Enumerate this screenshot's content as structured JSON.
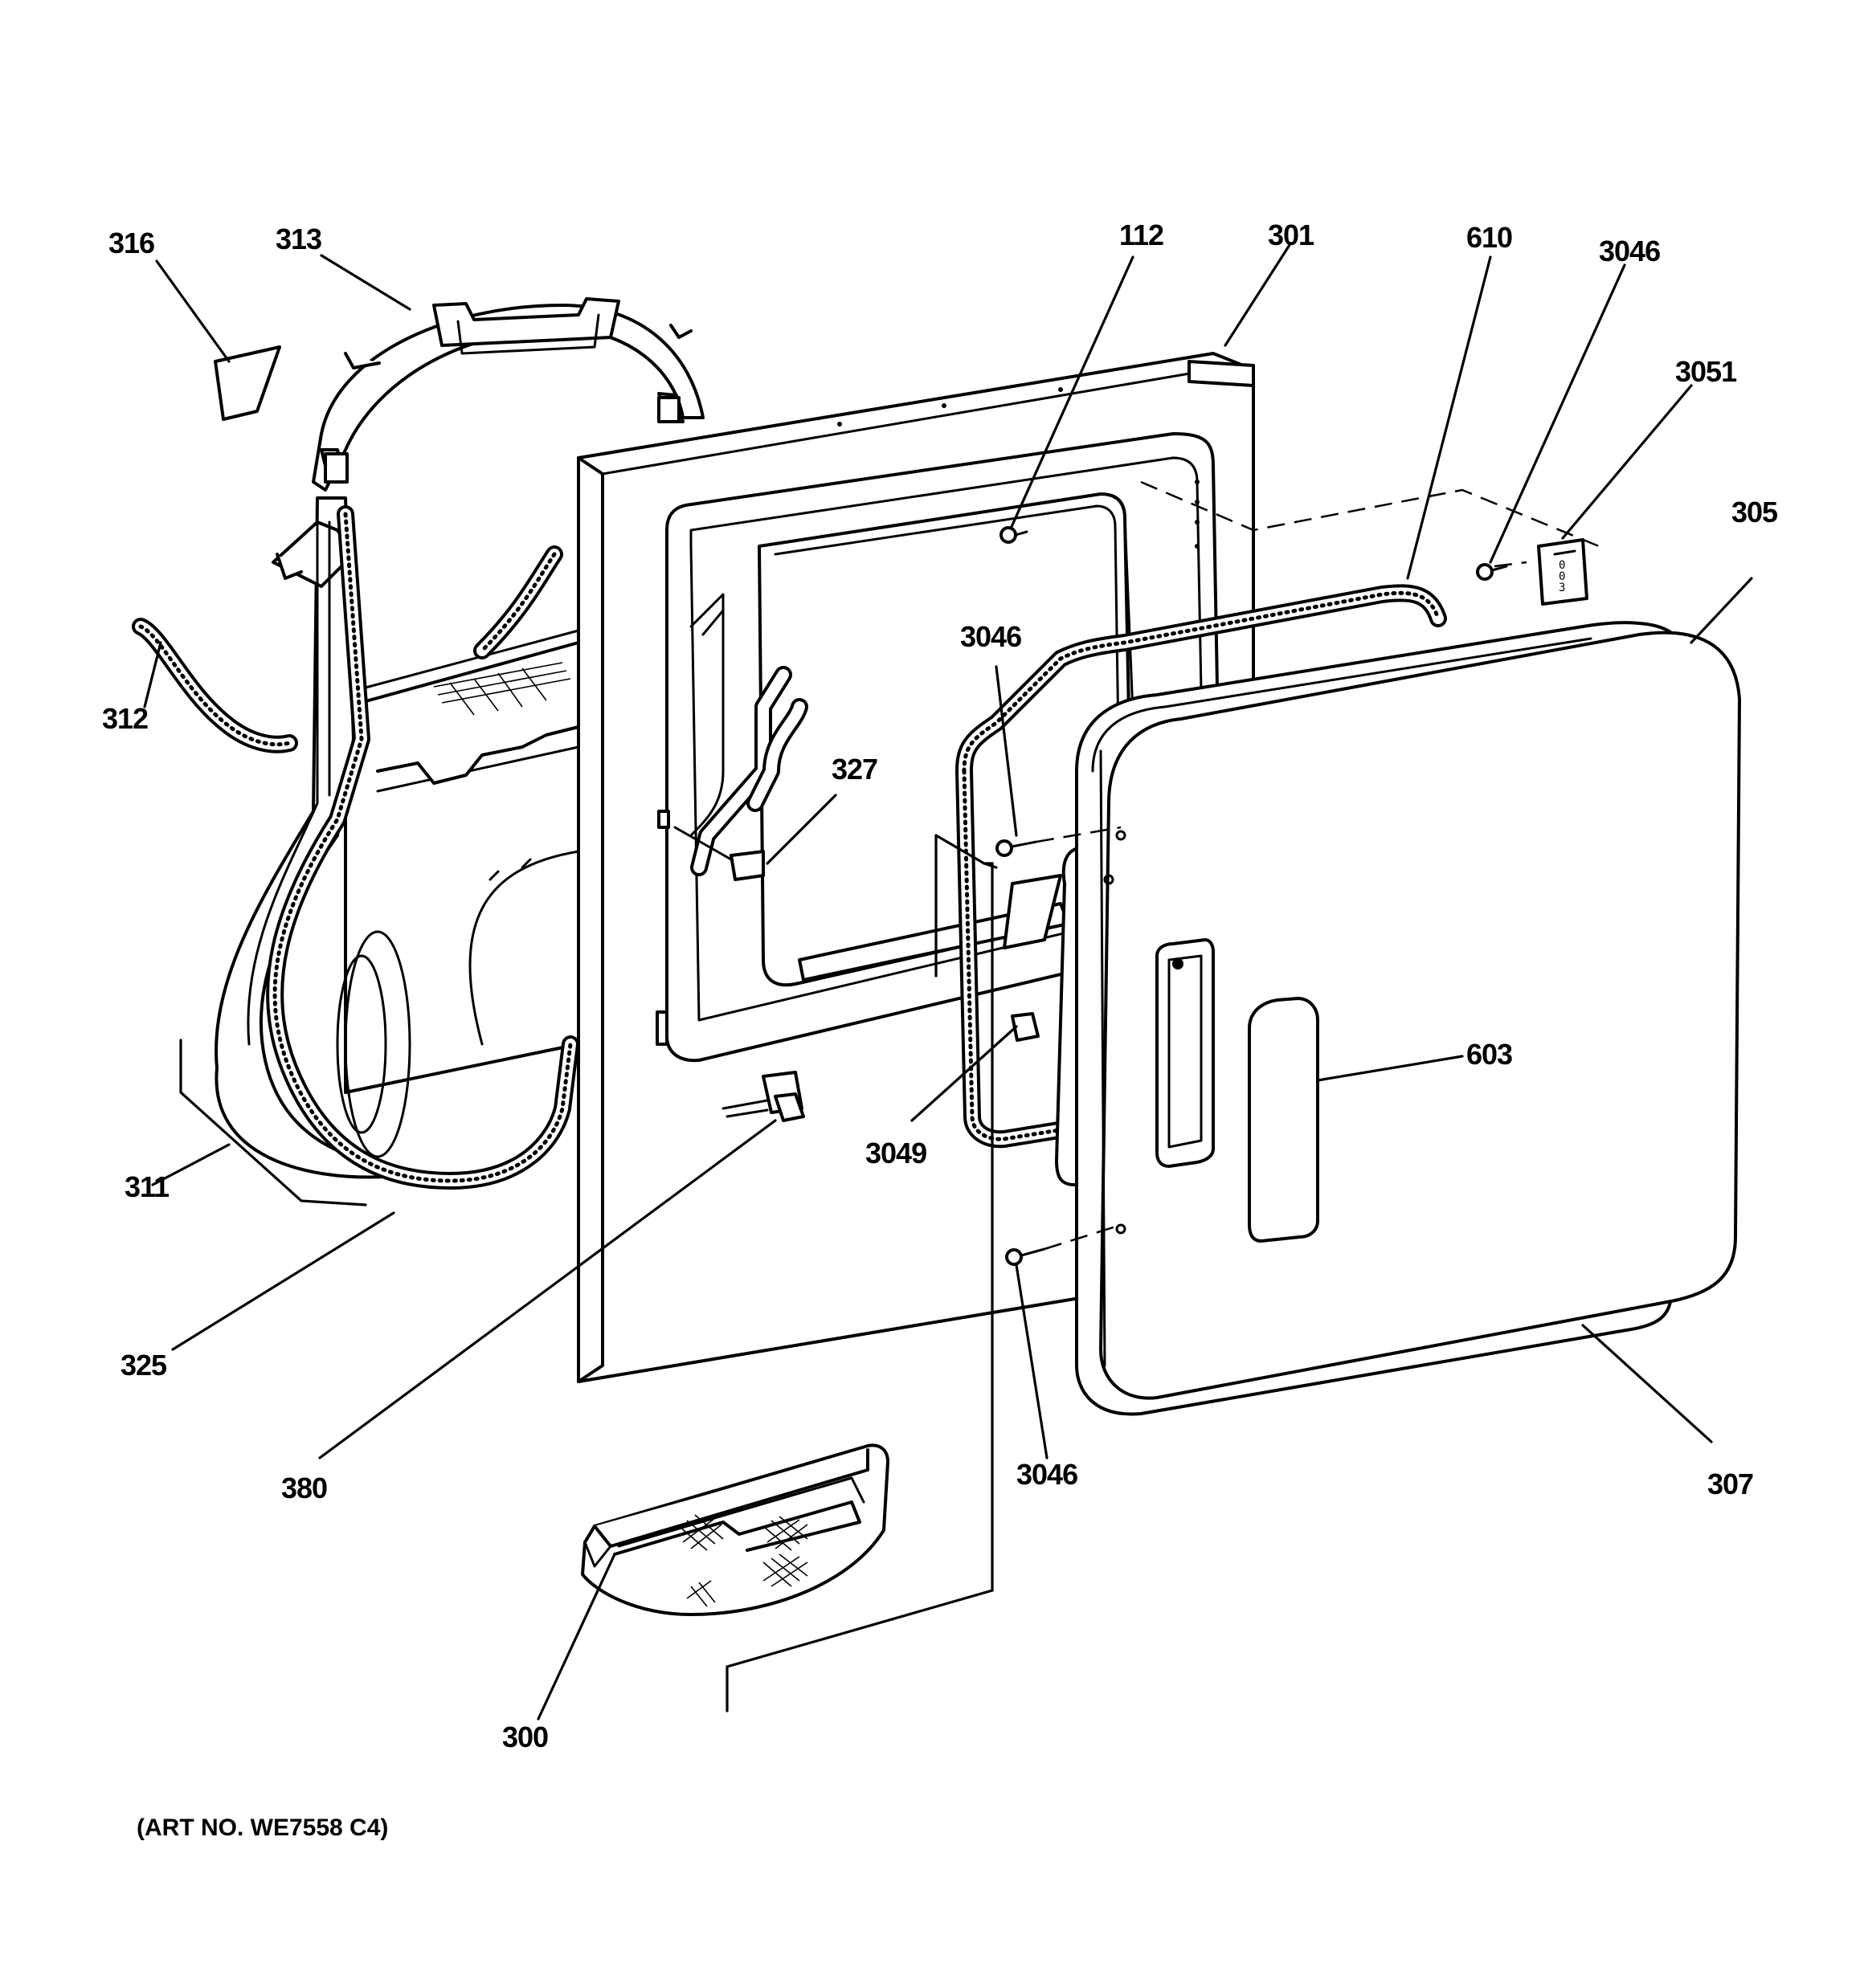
{
  "diagram": {
    "art_number": "(ART NO. WE7558 C4)",
    "callouts": {
      "p316": "316",
      "p313": "313",
      "p312": "312",
      "p311": "311",
      "p325": "325",
      "p380": "380",
      "p300": "300",
      "p327": "327",
      "p112": "112",
      "p301": "301",
      "p610": "610",
      "p3046_top": "3046",
      "p3051": "3051",
      "p305": "305",
      "p3046_mid": "3046",
      "p603": "603",
      "p3049": "3049",
      "p3046_low": "3046",
      "p307": "307"
    },
    "button_text": "0\n0\n3"
  }
}
